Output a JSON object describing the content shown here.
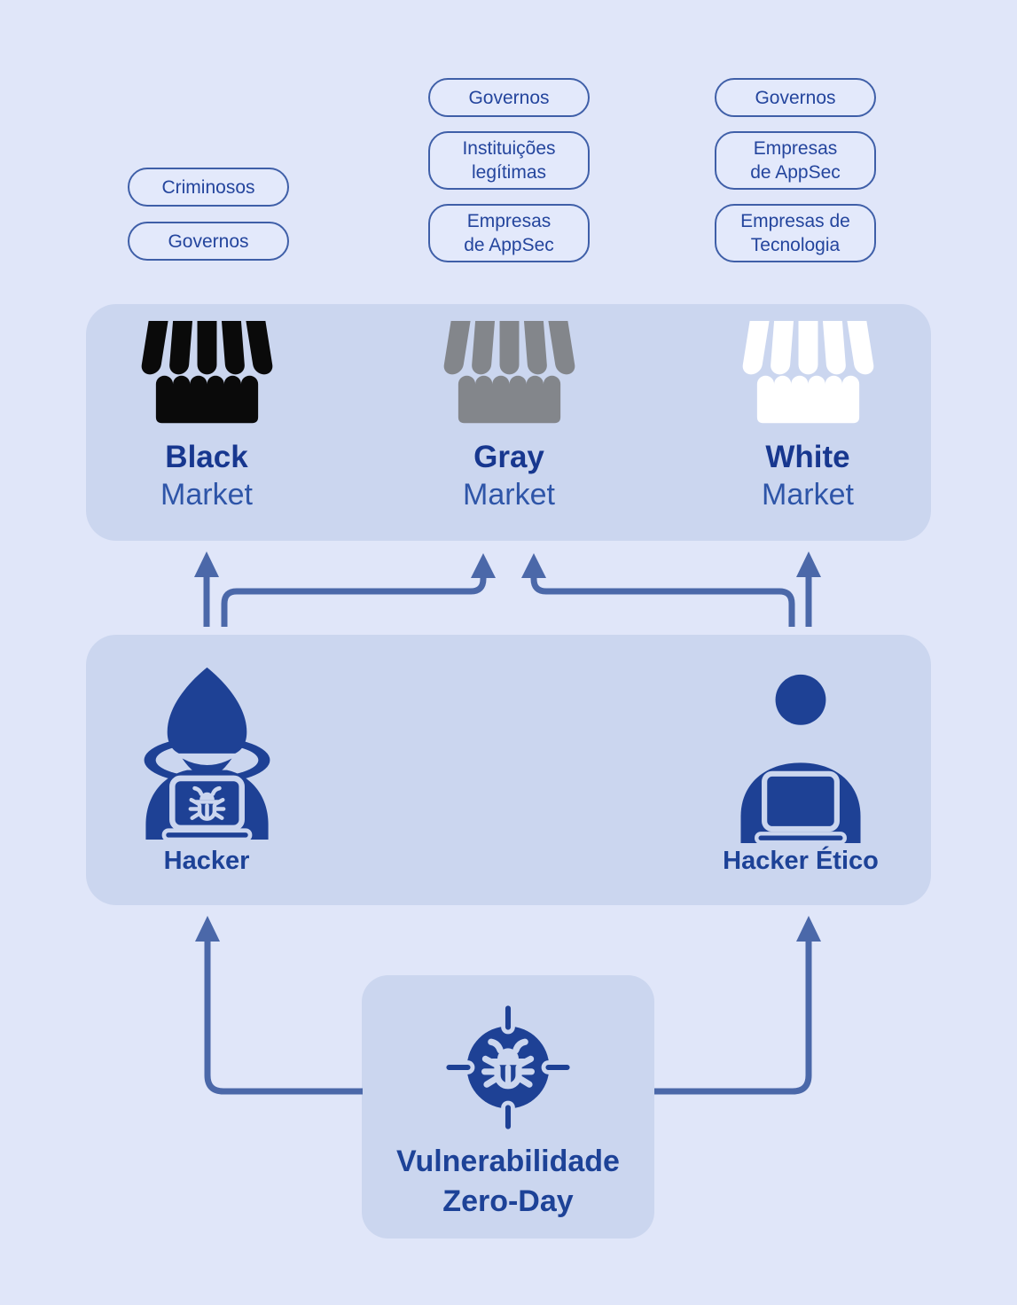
{
  "colors": {
    "background": "#e0e6f9",
    "band_background": "#cbd6ef",
    "icon_blue": "#1e4195",
    "arrow_blue": "#4b68a9",
    "pill_border_blue": "#3f5fa8",
    "pill_text_blue": "#24459d",
    "market_title_blue": "#17378f",
    "market_subtitle_blue": "#2e55a8",
    "store_black": "#0a0a0a",
    "store_gray": "#83868b",
    "store_white": "#ffffff"
  },
  "buyer_groups": [
    {
      "market": "Black Market",
      "pills": [
        "Criminosos",
        "Governos"
      ]
    },
    {
      "market": "Gray Market",
      "pills": [
        "Governos",
        "Instituições\nlegítimas",
        "Empresas\nde AppSec"
      ]
    },
    {
      "market": "White Market",
      "pills": [
        "Governos",
        "Empresas\nde AppSec",
        "Empresas de\nTecnologia"
      ]
    }
  ],
  "markets": [
    {
      "title_bold": "Black",
      "title_rest": "Market",
      "store_color": "#0a0a0a"
    },
    {
      "title_bold": "Gray",
      "title_rest": "Market",
      "store_color": "#83868b"
    },
    {
      "title_bold": "White",
      "title_rest": "Market",
      "store_color": "#ffffff"
    }
  ],
  "actors": [
    {
      "label": "Hacker"
    },
    {
      "label": "Hacker Ético"
    }
  ],
  "source": {
    "line1": "Vulnerabilidade",
    "line2": "Zero-Day"
  },
  "icons": {
    "storefront": "storefront-icon",
    "hacker": "hooded-hacker-laptop-bug-icon",
    "ethical_hacker": "person-laptop-icon",
    "zero_day": "bug-crosshair-target-icon",
    "arrows": "flow-arrow"
  }
}
